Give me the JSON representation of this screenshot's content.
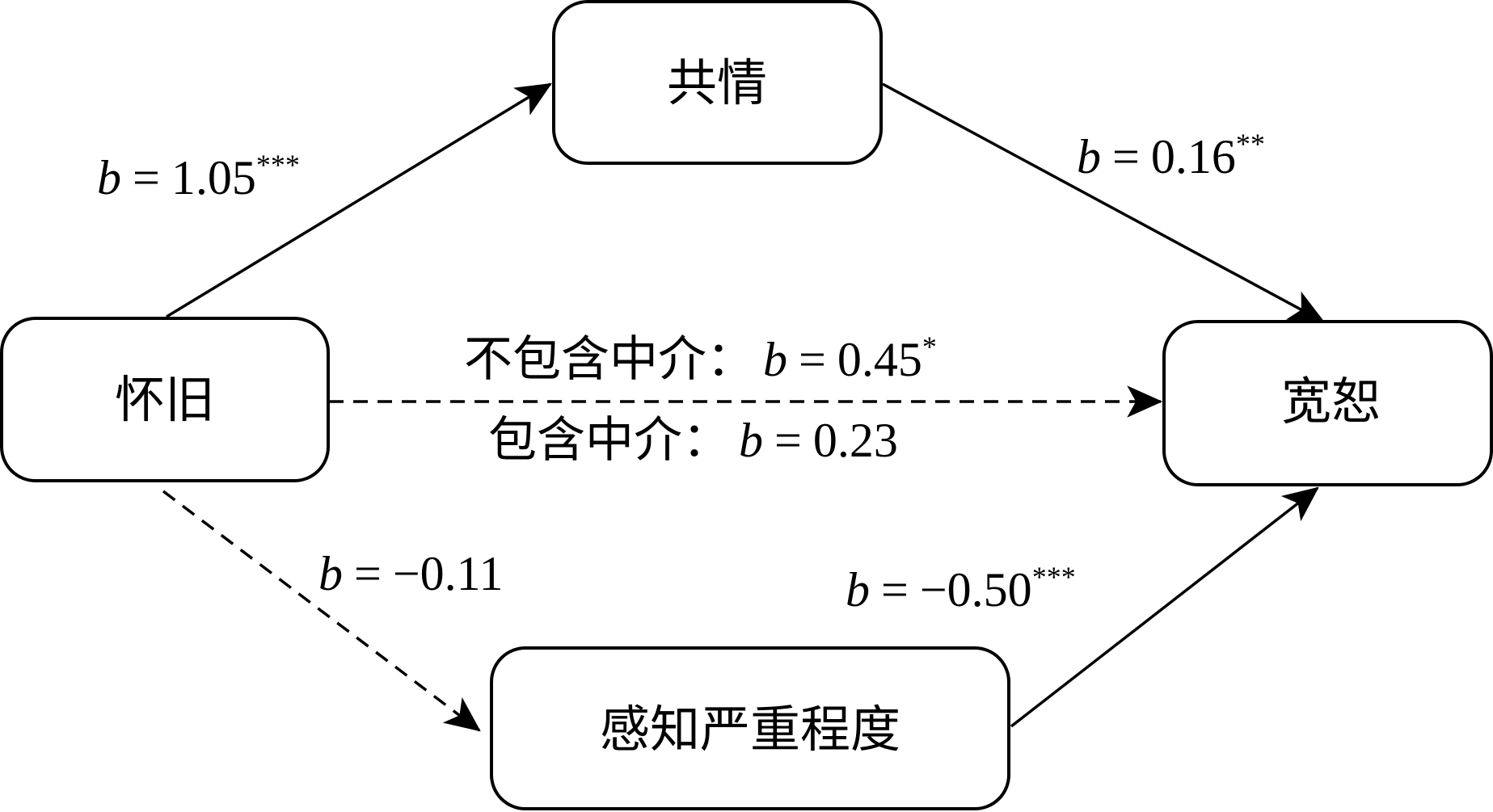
{
  "diagram": {
    "type": "mediation-path-model",
    "colors": {
      "stroke": "#000000",
      "background": "#ffffff"
    },
    "nodes": {
      "predictor": {
        "label": "怀旧"
      },
      "mediator1": {
        "label": "共情"
      },
      "mediator2": {
        "label": "感知严重程度"
      },
      "outcome": {
        "label": "宽恕"
      }
    },
    "paths": {
      "a1": {
        "from": "怀旧",
        "to": "共情",
        "style": "solid",
        "coef_symbol": "b",
        "equals": "=",
        "value": "1.05",
        "sig": "***"
      },
      "b1": {
        "from": "共情",
        "to": "宽恕",
        "style": "solid",
        "coef_symbol": "b",
        "equals": "=",
        "value": "0.16",
        "sig": "**"
      },
      "a2": {
        "from": "怀旧",
        "to": "感知严重程度",
        "style": "dashed",
        "coef_symbol": "b",
        "equals": "=",
        "value": "−0.11",
        "sig": ""
      },
      "b2": {
        "from": "感知严重程度",
        "to": "宽恕",
        "style": "solid",
        "coef_symbol": "b",
        "equals": "=",
        "value": "−0.50",
        "sig": "***"
      },
      "c_total": {
        "from": "怀旧",
        "to": "宽恕",
        "style": "dashed",
        "prefix": "不包含中介：",
        "coef_symbol": "b",
        "equals": "=",
        "value": "0.45",
        "sig": "*"
      },
      "c_direct": {
        "from": "怀旧",
        "to": "宽恕",
        "style": "dashed",
        "prefix": "包含中介：",
        "coef_symbol": "b",
        "equals": "=",
        "value": "0.23",
        "sig": ""
      }
    }
  }
}
